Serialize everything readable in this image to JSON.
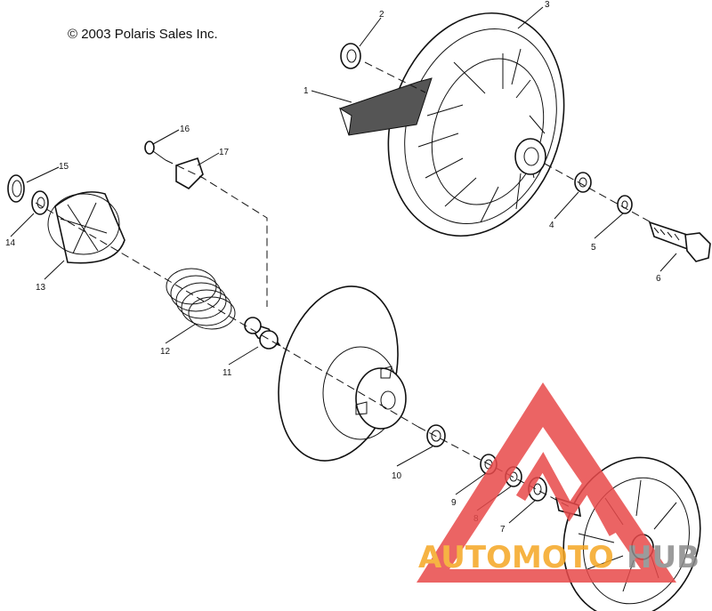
{
  "copyright": "© 2003 Polaris Sales Inc.",
  "callouts": [
    {
      "id": "1",
      "label": "1"
    },
    {
      "id": "2",
      "label": "2"
    },
    {
      "id": "3",
      "label": "3"
    },
    {
      "id": "4",
      "label": "4"
    },
    {
      "id": "5",
      "label": "5"
    },
    {
      "id": "6",
      "label": "6"
    },
    {
      "id": "7",
      "label": "7"
    },
    {
      "id": "8",
      "label": "8"
    },
    {
      "id": "9",
      "label": "9"
    },
    {
      "id": "10",
      "label": "10"
    },
    {
      "id": "11",
      "label": "11"
    },
    {
      "id": "12",
      "label": "12"
    },
    {
      "id": "13",
      "label": "13"
    },
    {
      "id": "14",
      "label": "14"
    },
    {
      "id": "15",
      "label": "15"
    },
    {
      "id": "16",
      "label": "16"
    },
    {
      "id": "17",
      "label": "17"
    }
  ],
  "watermark": {
    "part1": "AUTOMOTO",
    "part2": "HUB",
    "color_red": "#e8494a",
    "color_orange": "#f5a623",
    "color_gray": "#8a8a8a"
  }
}
